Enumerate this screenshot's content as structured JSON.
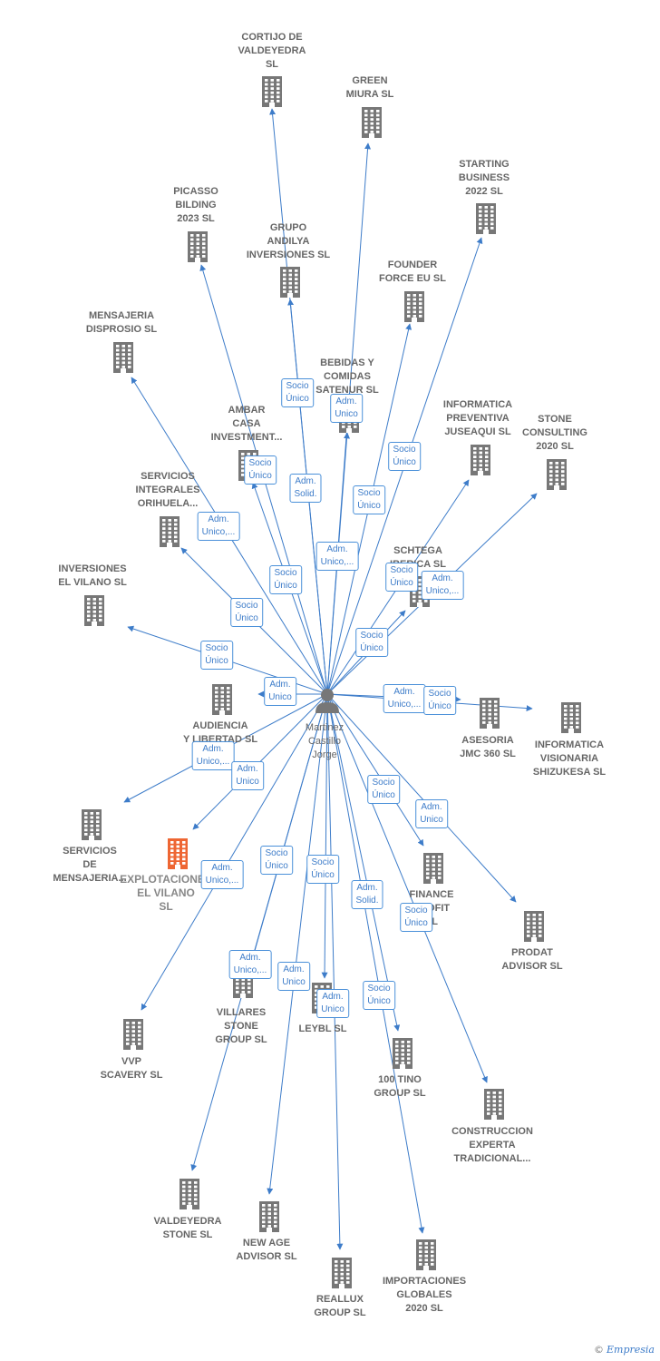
{
  "colors": {
    "edge": "#3d7cc9",
    "building": "#777777",
    "focus_building": "#ee6633",
    "person": "#777777"
  },
  "center": {
    "name": "Martinez\nCastillo\nJorge",
    "icon": "person-icon"
  },
  "nodes": [
    {
      "id": "cortijo",
      "label": "CORTIJO DE\nVALDEYEDRA\nSL",
      "icon": "building-icon"
    },
    {
      "id": "green",
      "label": "GREEN\nMIURA  SL",
      "icon": "building-icon"
    },
    {
      "id": "starting",
      "label": "STARTING\nBUSINESS\n2022  SL",
      "icon": "building-icon"
    },
    {
      "id": "picasso",
      "label": "PICASSO\nBILDING\n2023  SL",
      "icon": "building-icon"
    },
    {
      "id": "grupo",
      "label": "GRUPO\nANDILYA\nINVERSIONES SL",
      "icon": "building-icon"
    },
    {
      "id": "founder",
      "label": "FOUNDER\nFORCE EU  SL",
      "icon": "building-icon"
    },
    {
      "id": "mensajeria",
      "label": "MENSAJERIA\nDISPROSIO  SL",
      "icon": "building-icon"
    },
    {
      "id": "bebidas",
      "label": "BEBIDAS Y\nCOMIDAS\nSATENUR  SL",
      "icon": "building-icon"
    },
    {
      "id": "informatica_prev",
      "label": "INFORMATICA\nPREVENTIVA\nJUSEAQUI  SL",
      "icon": "building-icon"
    },
    {
      "id": "stone",
      "label": "STONE\nCONSULTING\n2020  SL",
      "icon": "building-icon"
    },
    {
      "id": "ambar",
      "label": "AMBAR\nCASA\nINVESTMENT...",
      "icon": "building-icon"
    },
    {
      "id": "servicios_int",
      "label": "SERVICIOS\nINTEGRALES\nORIHUELA...",
      "icon": "building-icon"
    },
    {
      "id": "schtega",
      "label": "SCHTEGA\nIBERICA  SL",
      "icon": "building-icon"
    },
    {
      "id": "inversiones",
      "label": "INVERSIONES\nEL VILANO  SL",
      "icon": "building-icon"
    },
    {
      "id": "audiencia",
      "label": "AUDIENCIA\nY LIBERTAD  SL",
      "icon": "building-icon"
    },
    {
      "id": "asesoria",
      "label": "ASESORIA\nJMC 360  SL",
      "icon": "building-icon"
    },
    {
      "id": "informatica_vis",
      "label": "INFORMATICA\nVISIONARIA\nSHIZUKESA  SL",
      "icon": "building-icon"
    },
    {
      "id": "servicios_men",
      "label": "SERVICIOS\nDE\nMENSAJERIA...",
      "icon": "building-icon"
    },
    {
      "id": "explotaciones",
      "label": "EXPLOTACIONES\nEL VILANO\nSL",
      "icon": "building-icon",
      "focus": true
    },
    {
      "id": "finance",
      "label": "FINANCE\nPROFIT\nSL",
      "icon": "building-icon"
    },
    {
      "id": "prodat",
      "label": "PRODAT\nADVISOR  SL",
      "icon": "building-icon"
    },
    {
      "id": "villares",
      "label": "VILLARES\nSTONE\nGROUP  SL",
      "icon": "building-icon"
    },
    {
      "id": "leybl",
      "label": "LEYBL  SL",
      "icon": "building-icon"
    },
    {
      "id": "vvp",
      "label": "VVP\nSCAVERY  SL",
      "icon": "building-icon"
    },
    {
      "id": "tino",
      "label": "100 TINO\nGROUP  SL",
      "icon": "building-icon"
    },
    {
      "id": "construccion",
      "label": "CONSTRUCCION\nEXPERTA\nTRADICIONAL...",
      "icon": "building-icon"
    },
    {
      "id": "valdeyedra",
      "label": "VALDEYEDRA\nSTONE  SL",
      "icon": "building-icon"
    },
    {
      "id": "newage",
      "label": "NEW AGE\nADVISOR  SL",
      "icon": "building-icon"
    },
    {
      "id": "reallux",
      "label": "REALLUX\nGROUP  SL",
      "icon": "building-icon"
    },
    {
      "id": "importaciones",
      "label": "IMPORTACIONES\nGLOBALES\n2020  SL",
      "icon": "building-icon"
    }
  ],
  "relations": [
    {
      "id": "r1",
      "text": "Socio\nÚnico"
    },
    {
      "id": "r2",
      "text": "Adm.\nUnico"
    },
    {
      "id": "r3",
      "text": "Socio\nÚnico"
    },
    {
      "id": "r4",
      "text": "Socio\nÚnico"
    },
    {
      "id": "r5",
      "text": "Adm.\nSolid."
    },
    {
      "id": "r6",
      "text": "Socio\nÚnico"
    },
    {
      "id": "r7",
      "text": "Adm.\nUnico,..."
    },
    {
      "id": "r8",
      "text": "Adm.\nUnico,..."
    },
    {
      "id": "r9",
      "text": "Socio\nÚnico"
    },
    {
      "id": "r10",
      "text": "Socio\nÚnico"
    },
    {
      "id": "r11",
      "text": "Adm.\nUnico,..."
    },
    {
      "id": "r12",
      "text": "Socio\nÚnico"
    },
    {
      "id": "r13",
      "text": "Socio\nÚnico"
    },
    {
      "id": "r14",
      "text": "Socio\nÚnico"
    },
    {
      "id": "r15",
      "text": "Adm.\nUnico"
    },
    {
      "id": "r16",
      "text": "Adm.\nUnico,..."
    },
    {
      "id": "r17",
      "text": "Socio\nÚnico"
    },
    {
      "id": "r18",
      "text": "Adm.\nUnico,..."
    },
    {
      "id": "r19",
      "text": "Adm.\nUnico"
    },
    {
      "id": "r20",
      "text": "Socio\nÚnico"
    },
    {
      "id": "r21",
      "text": "Adm.\nUnico"
    },
    {
      "id": "r22",
      "text": "Socio\nÚnico"
    },
    {
      "id": "r23",
      "text": "Socio\nÚnico"
    },
    {
      "id": "r24",
      "text": "Adm.\nUnico,..."
    },
    {
      "id": "r25",
      "text": "Adm.\nSolid."
    },
    {
      "id": "r26",
      "text": "Socio\nÚnico"
    },
    {
      "id": "r27",
      "text": "Adm.\nUnico,..."
    },
    {
      "id": "r28",
      "text": "Adm.\nUnico"
    },
    {
      "id": "r29",
      "text": "Adm.\nUnico"
    },
    {
      "id": "r30",
      "text": "Socio\nÚnico"
    }
  ],
  "brand": {
    "copyright": "©",
    "name": "Empresia"
  }
}
